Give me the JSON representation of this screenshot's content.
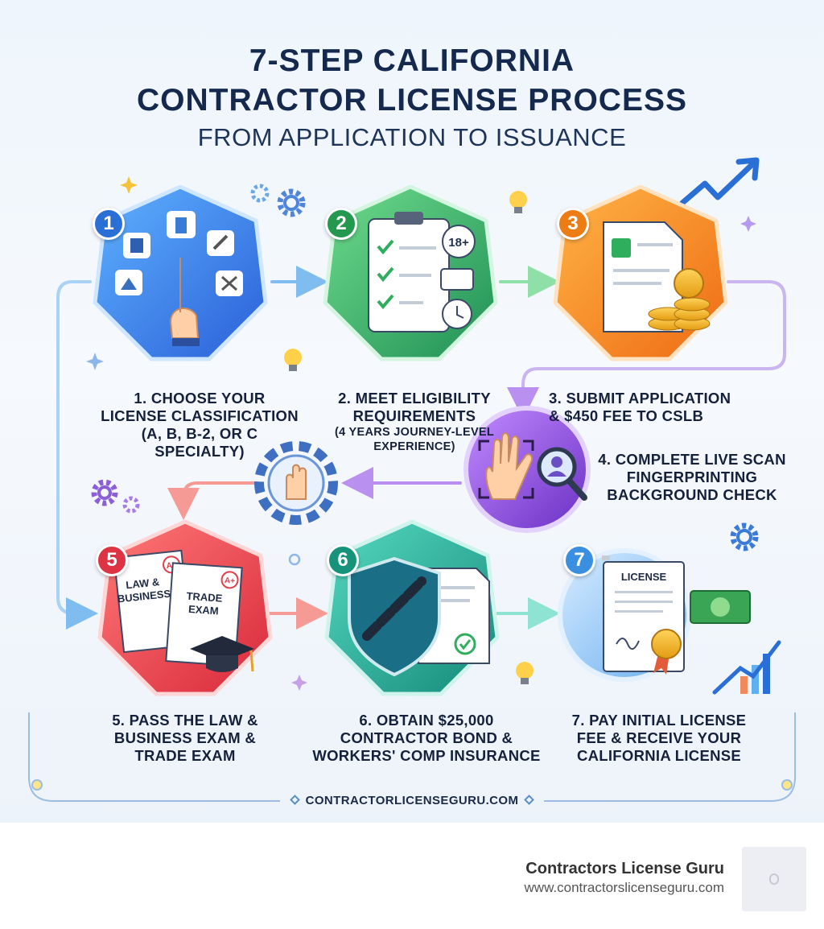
{
  "title": {
    "line1": "7-STEP CALIFORNIA",
    "line2": "CONTRACTOR LICENSE PROCESS",
    "line3": "FROM APPLICATION TO ISSUANCE"
  },
  "steps": [
    {
      "number": "1",
      "label_lines": [
        "1. CHOOSE YOUR",
        "LICENSE CLASSIFICATION",
        "(A, B, B-2, OR C SPECIALTY)"
      ],
      "color": "#2f7ee6",
      "icon": "hand-pointer-choices-icon"
    },
    {
      "number": "2",
      "label_lines": [
        "2. MEET ELIGIBILITY",
        "REQUIREMENTS"
      ],
      "sub_lines": [
        "(4 YEARS JOURNEY-LEVEL",
        "EXPERIENCE)"
      ],
      "color": "#2fae5d",
      "icon": "clipboard-checklist-icon",
      "icon_text": "18+"
    },
    {
      "number": "3",
      "label_lines": [
        "3. SUBMIT APPLICATION",
        "& $450 FEE TO CSLB"
      ],
      "color": "#f08a1c",
      "icon": "document-coins-icon"
    },
    {
      "number": "4",
      "label_lines": [
        "4. COMPLETE LIVE SCAN",
        "FINGERPRINTING",
        "BACKGROUND CHECK"
      ],
      "color": "#8b4fd8",
      "icon": "palm-scan-magnifier-icon"
    },
    {
      "number": "5",
      "label_lines": [
        "5. PASS THE LAW &",
        "BUSINESS EXAM &",
        "TRADE EXAM"
      ],
      "color": "#e8434d",
      "icon": "exam-papers-icon",
      "exam1_lines": [
        "LAW &",
        "BUSINESS"
      ],
      "exam2_lines": [
        "TRADE",
        "EXAM"
      ],
      "grade": "A+"
    },
    {
      "number": "6",
      "label_lines": [
        "6. OBTAIN $25,000",
        "CONTRACTOR BOND &",
        "WORKERS' COMP INSURANCE"
      ],
      "color": "#1fa88e",
      "icon": "shield-chain-icon"
    },
    {
      "number": "7",
      "label_lines": [
        "7. PAY INITIAL LICENSE",
        "FEE & RECEIVE YOUR",
        "CALIFORNIA LICENSE"
      ],
      "color": "#3a8fe0",
      "icon": "license-certificate-icon",
      "certificate_title": "LICENSE"
    }
  ],
  "footer": {
    "url": "CONTRACTORLICENSEGURU.COM"
  },
  "brand": {
    "name": "Contractors License Guru",
    "url": "www.contractorslicenseguru.com"
  }
}
